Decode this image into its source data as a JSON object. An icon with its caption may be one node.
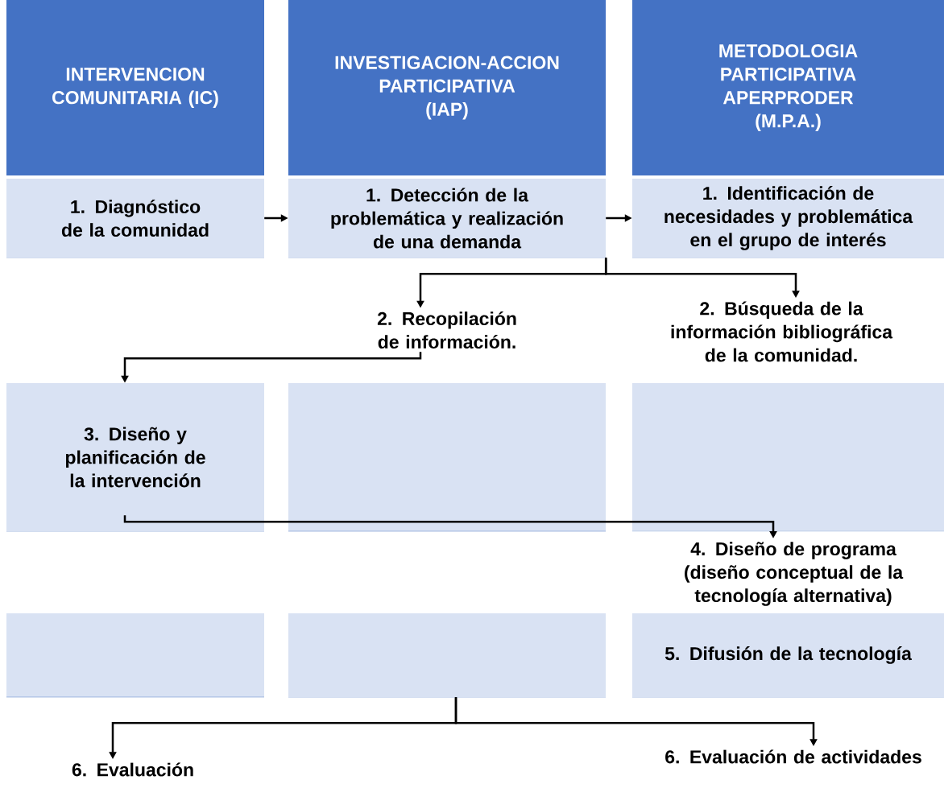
{
  "diagram": {
    "nodes": [
      {
        "text": [
          "INTERVENCION COMUNITARIA (IC)"
        ]
      },
      {
        "text": [
          "INVESTIGACION-ACCION PARTICIPATIVA (IAP)"
        ]
      },
      {
        "text": [
          "METODOLOGIA PARTICIPATIVA APERPRODER (M.P.A.)"
        ]
      },
      {
        "text": [
          "1. Diagnóstico de la comunidad"
        ]
      },
      {
        "text": [
          "1. Detección de la problemática y realización de una demanda"
        ]
      },
      {
        "text": [
          "1. Identificación de necesidades y problemática en el grupo de interés"
        ]
      },
      {
        "text": [
          "2. Recopilación de información."
        ]
      },
      {
        "text": [
          "2. Búsqueda de la información bibliográfica de la comunidad."
        ]
      },
      {
        "text": [
          "3. Diseño y planificación de la intervención"
        ]
      },
      {
        "text": [
          "4. Diseño de programa (diseño conceptual de la tecnología alternativa)"
        ]
      },
      {
        "text": [
          "5. Difusión de la tecnología"
        ]
      },
      {
        "text": [],
        "shape": "box"
      },
      {
        "text": [
          "6. Evaluación"
        ]
      },
      {
        "text": [
          "6. Evaluación de actividades"
        ]
      }
    ],
    "edges": [
      {
        "from": 3,
        "to": 4,
        "arrow": "to"
      },
      {
        "from": 4,
        "to": 5,
        "arrow": "to"
      },
      {
        "from": 4,
        "to": 6,
        "arrow": "to"
      },
      {
        "from": 4,
        "to": 7,
        "arrow": "to"
      },
      {
        "from": 6,
        "to": 8,
        "arrow": "to"
      },
      {
        "from": 8,
        "to": 9,
        "arrow": "to"
      },
      {
        "from": 11,
        "to": 12,
        "arrow": "to"
      },
      {
        "from": 11,
        "to": 13,
        "arrow": "to"
      }
    ]
  }
}
